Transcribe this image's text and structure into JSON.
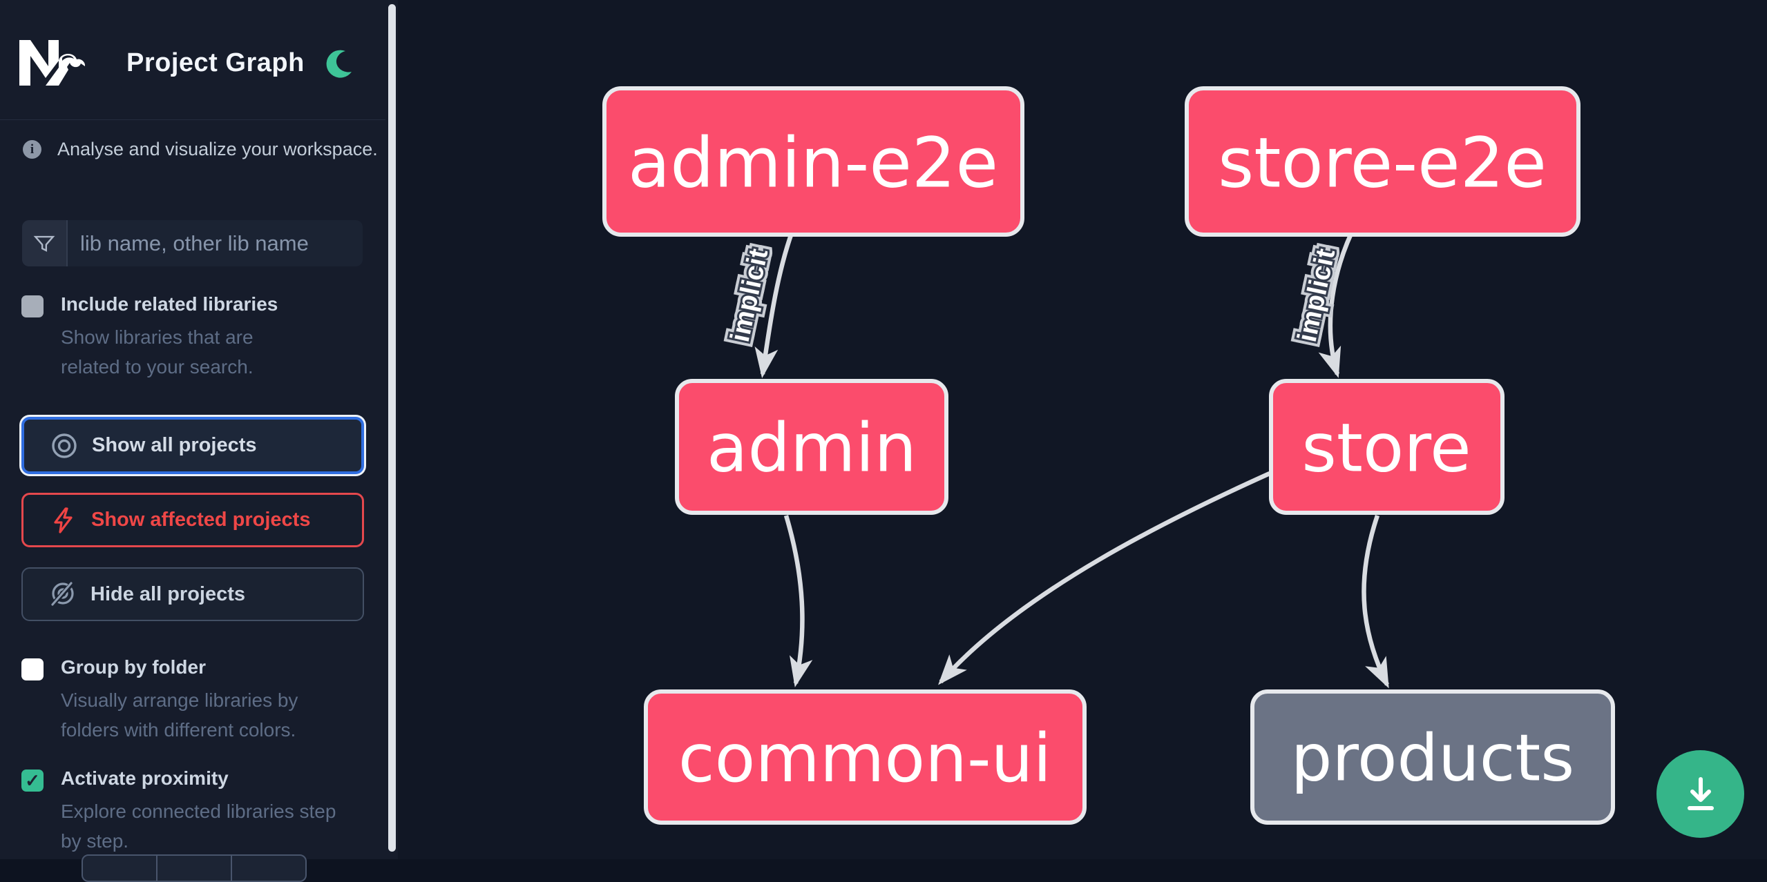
{
  "app": {
    "title": "Project Graph"
  },
  "sidebar": {
    "tagline": "Analyse and visualize your workspace.",
    "search": {
      "placeholder": "lib name, other lib name"
    },
    "include_related": {
      "label": "Include related libraries",
      "description": "Show libraries that are related to your search.",
      "checked": false
    },
    "actions": [
      {
        "id": "show-all",
        "label": "Show all projects",
        "icon": "eye-icon",
        "focused": true
      },
      {
        "id": "show-affected",
        "label": "Show affected projects",
        "icon": "bolt-icon"
      },
      {
        "id": "hide-all",
        "label": "Hide all projects",
        "icon": "eye-off-icon"
      }
    ],
    "options": [
      {
        "label": "Group by folder",
        "description": "Visually arrange libraries by folders with different colors.",
        "checked": false
      },
      {
        "label": "Activate proximity",
        "description": "Explore connected libraries step by step.",
        "checked": true,
        "check_glyph": "✓"
      }
    ]
  },
  "graph": {
    "nodes": [
      {
        "id": "admin-e2e",
        "label": "admin-e2e",
        "kind": "affected"
      },
      {
        "id": "store-e2e",
        "label": "store-e2e",
        "kind": "affected"
      },
      {
        "id": "admin",
        "label": "admin",
        "kind": "affected"
      },
      {
        "id": "store",
        "label": "store",
        "kind": "affected"
      },
      {
        "id": "common-ui",
        "label": "common-ui",
        "kind": "affected"
      },
      {
        "id": "products",
        "label": "products",
        "kind": "normal"
      }
    ],
    "edges": [
      {
        "source": "admin-e2e",
        "target": "admin",
        "label": "implicit"
      },
      {
        "source": "store-e2e",
        "target": "store",
        "label": "implicit"
      },
      {
        "source": "admin",
        "target": "common-ui",
        "label": ""
      },
      {
        "source": "store",
        "target": "common-ui",
        "label": ""
      },
      {
        "source": "store",
        "target": "products",
        "label": ""
      }
    ]
  },
  "fab": {
    "icon": "download-icon"
  },
  "colors": {
    "affected_node": "#fb4c6c",
    "normal_node": "#6b7385",
    "node_border": "#e7e9ed",
    "edge": "#d9dce1",
    "accent_green": "#35b589",
    "focus_blue": "#2f6de0",
    "danger_red": "#ef4444",
    "background": "#111725",
    "sidebar_background": "#161c2b"
  }
}
